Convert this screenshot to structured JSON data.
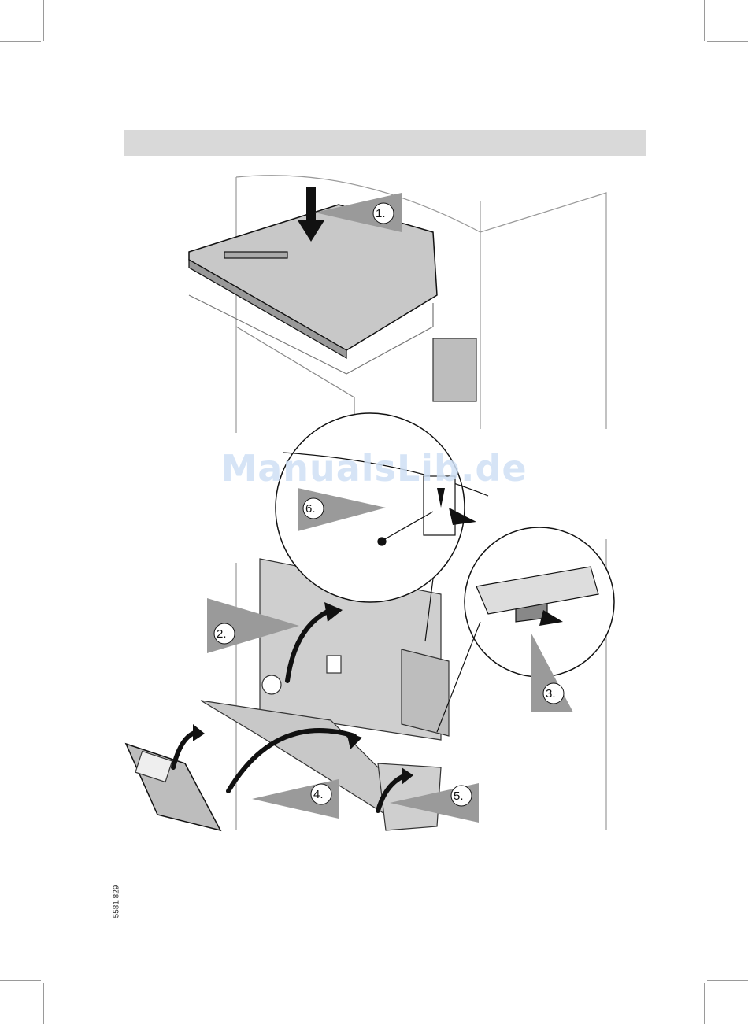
{
  "watermark": "ManualsLib.de",
  "document_number": "5581 829",
  "steps": [
    {
      "id": "step-1",
      "label": "1."
    },
    {
      "id": "step-2",
      "label": "2."
    },
    {
      "id": "step-3",
      "label": "3."
    },
    {
      "id": "step-4",
      "label": "4."
    },
    {
      "id": "step-5",
      "label": "5."
    },
    {
      "id": "step-6",
      "label": "6."
    }
  ],
  "colors": {
    "banner": "#d9d9d9",
    "callout": "#9a9a9a",
    "line": "#000000",
    "watermark": "#cfe0f5"
  }
}
